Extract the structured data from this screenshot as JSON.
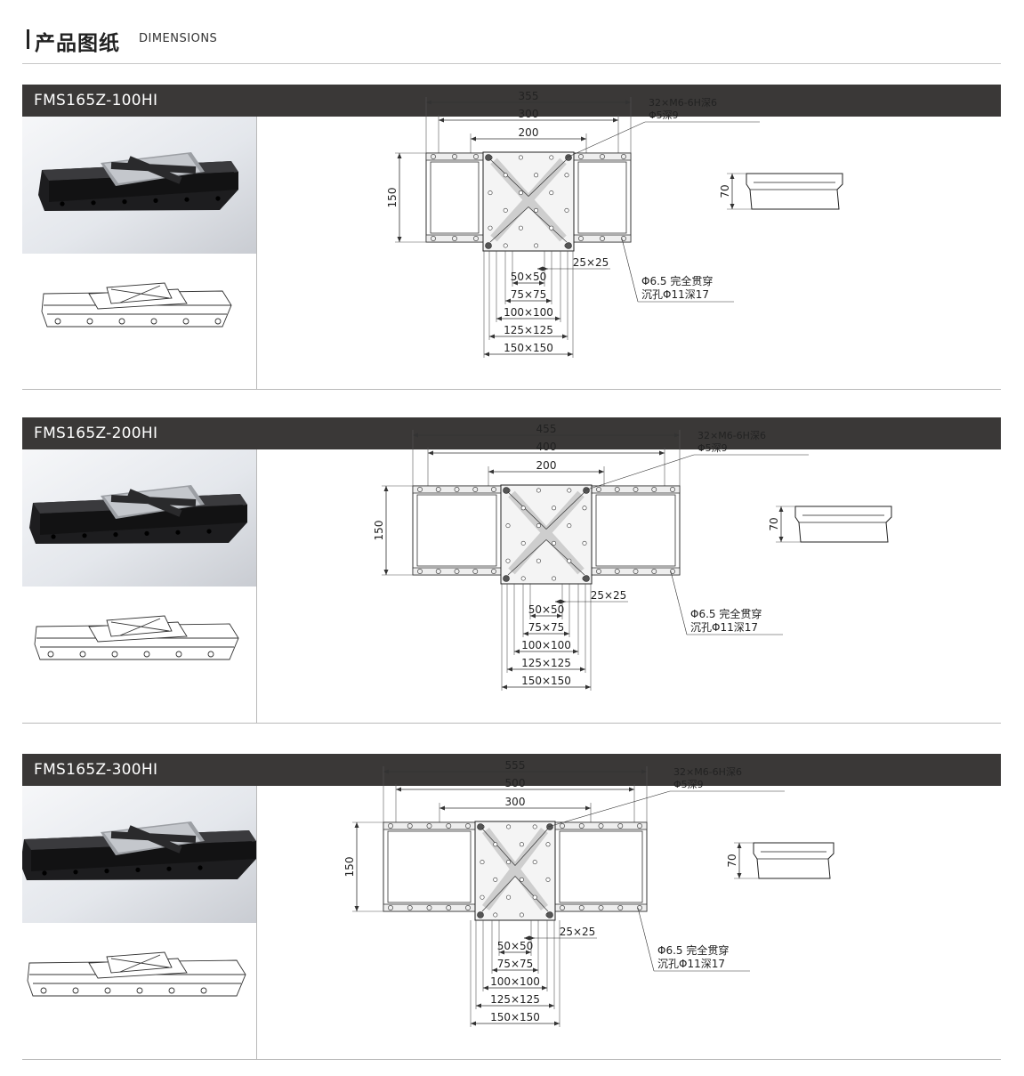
{
  "header": {
    "title": "产品图纸",
    "subtitle": "DIMENSIONS"
  },
  "sections": [
    {
      "model": "FMS165Z-100HI",
      "dims": {
        "overall": "355",
        "rail": "300",
        "stroke": "200",
        "width": "150",
        "height": "70"
      },
      "callout_top": [
        "32×M6-6H深6",
        "Φ5深9"
      ],
      "callout_bottom": [
        "Φ6.5 完全贯穿",
        "沉孔Φ11深17"
      ],
      "pitch": "25×25",
      "squares": [
        "50×50",
        "75×75",
        "100×100",
        "125×125",
        "150×150"
      ]
    },
    {
      "model": "FMS165Z-200HI",
      "dims": {
        "overall": "455",
        "rail": "400",
        "stroke": "200",
        "width": "150",
        "height": "70"
      },
      "callout_top": [
        "32×M6-6H深6",
        "Φ5深9"
      ],
      "callout_bottom": [
        "Φ6.5 完全贯穿",
        "沉孔Φ11深17"
      ],
      "pitch": "25×25",
      "squares": [
        "50×50",
        "75×75",
        "100×100",
        "125×125",
        "150×150"
      ]
    },
    {
      "model": "FMS165Z-300HI",
      "dims": {
        "overall": "555",
        "rail": "500",
        "stroke": "300",
        "width": "150",
        "height": "70"
      },
      "callout_top": [
        "32×M6-6H深6",
        "Φ5深9"
      ],
      "callout_bottom": [
        "Φ6.5 完全贯穿",
        "沉孔Φ11深17"
      ],
      "pitch": "25×25",
      "squares": [
        "50×50",
        "75×75",
        "100×100",
        "125×125",
        "150×150"
      ]
    }
  ]
}
